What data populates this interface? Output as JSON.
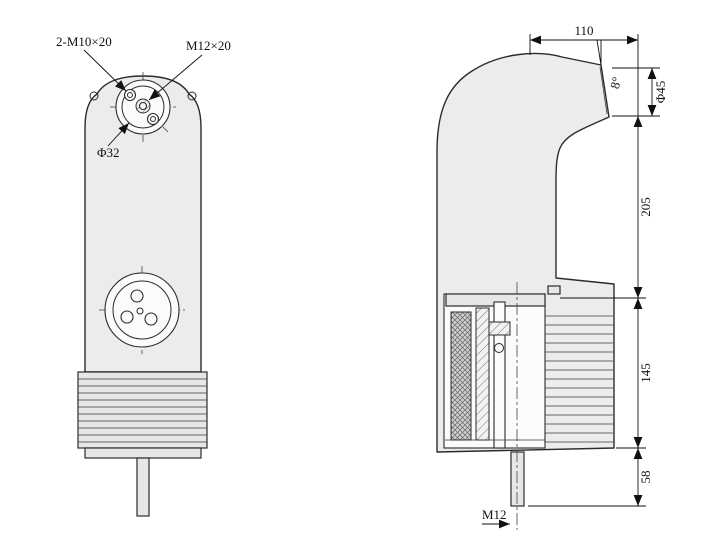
{
  "drawing": {
    "front_view": {
      "label_bolt_holes": "2-M10×20",
      "label_center_thread": "M12×20",
      "label_bore": "Φ32"
    },
    "side_view": {
      "dim_width_top": "110",
      "dim_angle": "8°",
      "dim_terminal": "Φ45",
      "dim_upper_height": "205",
      "dim_fin_height": "145",
      "dim_stem_height": "58",
      "label_stem_thread": "M12"
    }
  }
}
